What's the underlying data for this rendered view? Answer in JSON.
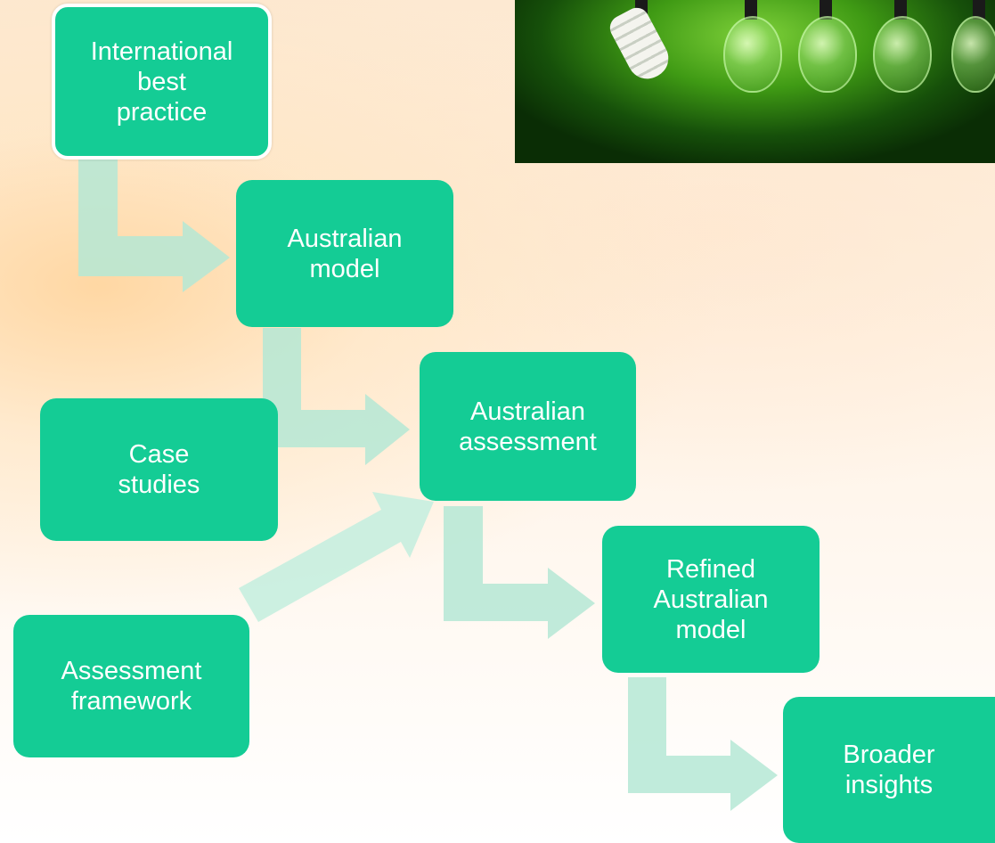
{
  "diagram": {
    "nodes": {
      "international": "International\nbest\npractice",
      "australian_model": "Australian\nmodel",
      "case_studies": "Case\nstudies",
      "australian_assessment": "Australian\nassessment",
      "assessment_framework": "Assessment\nframework",
      "refined_model": "Refined\nAustralian\nmodel",
      "broader_insights": "Broader\ninsights"
    },
    "colors": {
      "node_fill": "#14cc95",
      "arrow_fill": "#b5e8d5"
    }
  },
  "photo": {
    "subject": "light-bulbs-photo",
    "icon": "lightbulb-icon"
  }
}
